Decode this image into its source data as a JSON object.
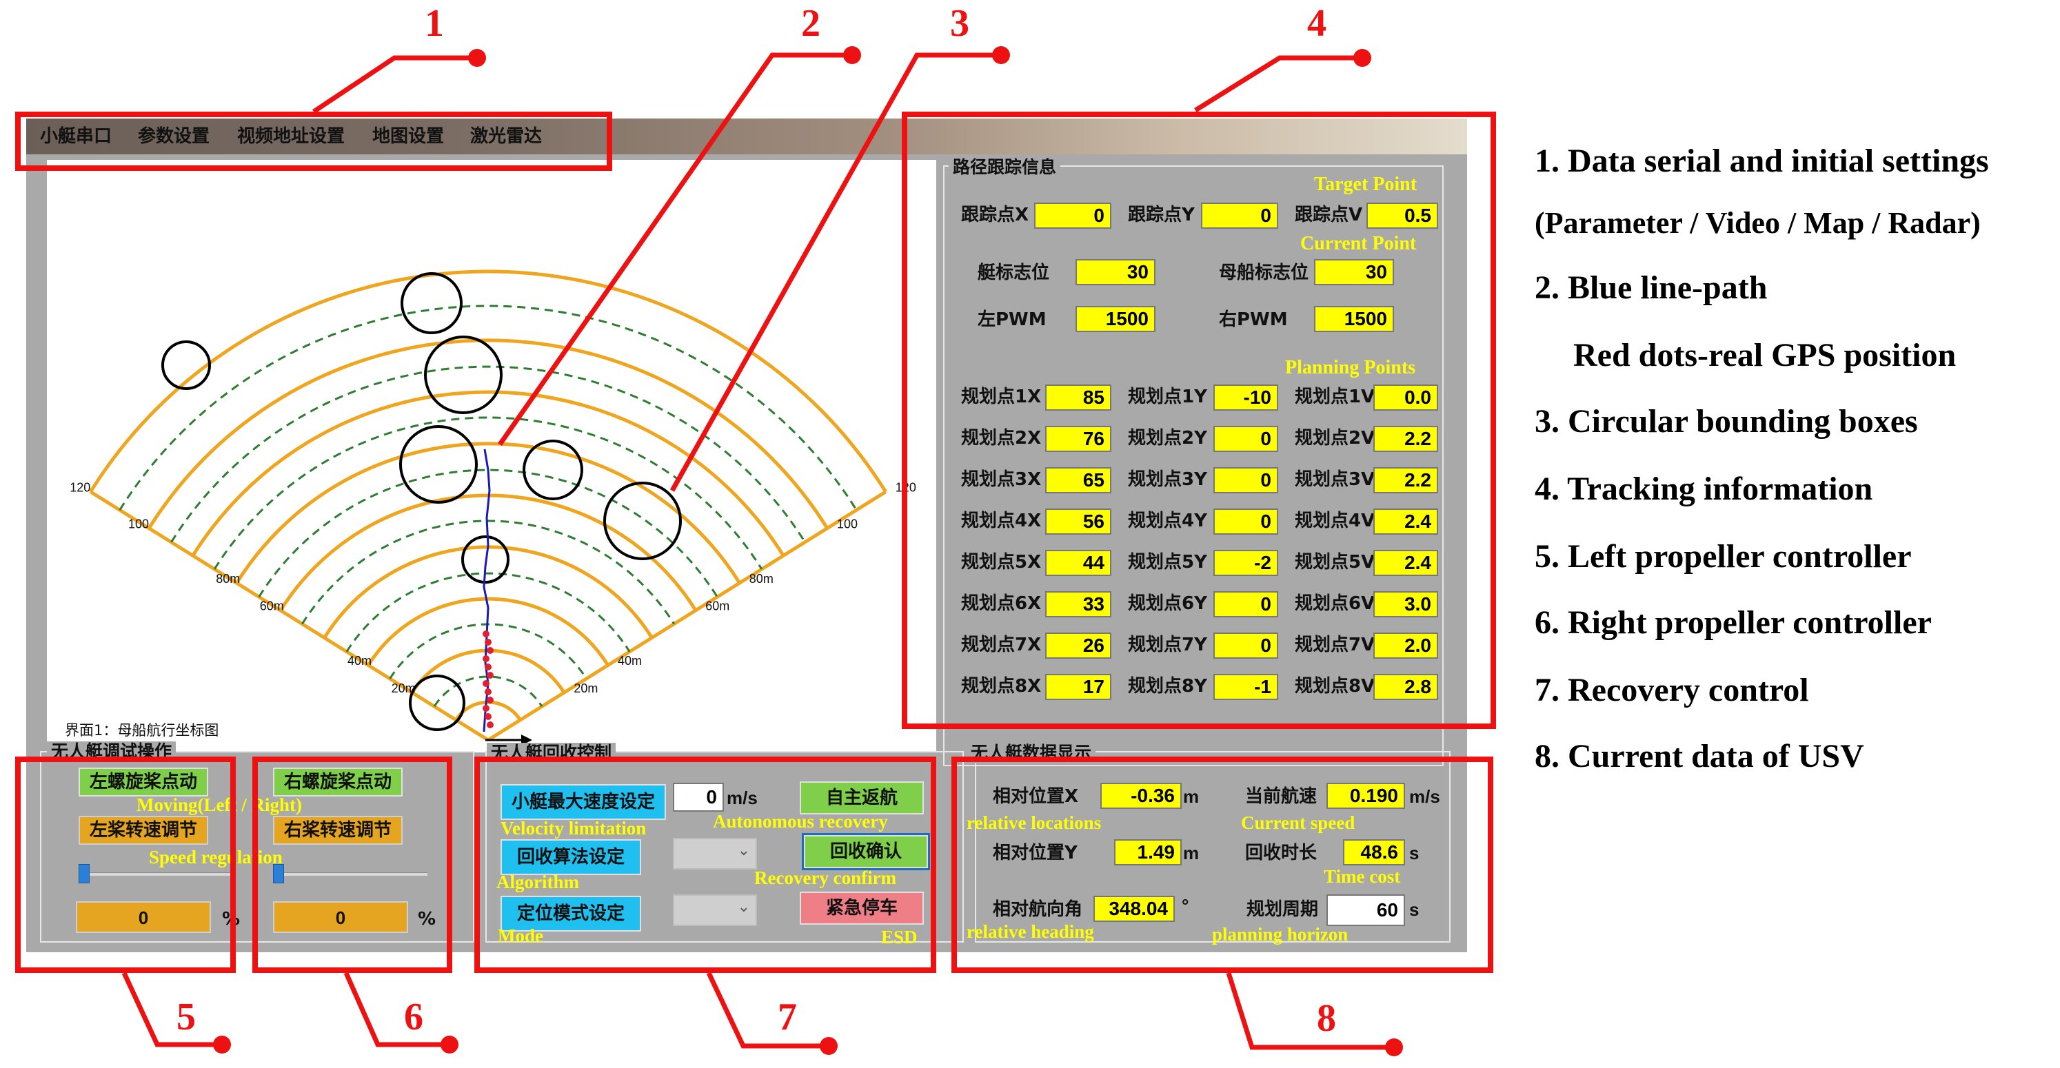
{
  "menu": [
    "小艇串口",
    "参数设置",
    "视频地址设置",
    "地图设置",
    "激光雷达"
  ],
  "plot": {
    "caption": "界面1：母船航行坐标图",
    "range_labels_left": [
      "120",
      "100",
      "80m",
      "60m",
      "40m",
      "20m"
    ],
    "range_labels_right": [
      "120",
      "100",
      "80m",
      "60m",
      "40m",
      "20m"
    ]
  },
  "tracking": {
    "title": "路径跟踪信息",
    "target_point_en": "Target Point",
    "current_point_en": "Current Point",
    "planning_points_en": "Planning Points",
    "target": [
      {
        "label": "跟踪点X",
        "value": "0"
      },
      {
        "label": "跟踪点Y",
        "value": "0"
      },
      {
        "label": "跟踪点V",
        "value": "0.5"
      }
    ],
    "current": [
      {
        "label": "艇标志位",
        "value": "30"
      },
      {
        "label": "母船标志位",
        "value": "30"
      },
      {
        "label": "左PWM",
        "value": "1500"
      },
      {
        "label": "右PWM",
        "value": "1500"
      }
    ],
    "planning": [
      {
        "x_label": "规划点1X",
        "x": "85",
        "y_label": "规划点1Y",
        "y": "-10",
        "v_label": "规划点1V",
        "v": "0.0"
      },
      {
        "x_label": "规划点2X",
        "x": "76",
        "y_label": "规划点2Y",
        "y": "0",
        "v_label": "规划点2V",
        "v": "2.2"
      },
      {
        "x_label": "规划点3X",
        "x": "65",
        "y_label": "规划点3Y",
        "y": "0",
        "v_label": "规划点3V",
        "v": "2.2"
      },
      {
        "x_label": "规划点4X",
        "x": "56",
        "y_label": "规划点4Y",
        "y": "0",
        "v_label": "规划点4V",
        "v": "2.4"
      },
      {
        "x_label": "规划点5X",
        "x": "44",
        "y_label": "规划点5Y",
        "y": "-2",
        "v_label": "规划点5V",
        "v": "2.4"
      },
      {
        "x_label": "规划点6X",
        "x": "33",
        "y_label": "规划点6Y",
        "y": "0",
        "v_label": "规划点6V",
        "v": "3.0"
      },
      {
        "x_label": "规划点7X",
        "x": "26",
        "y_label": "规划点7Y",
        "y": "0",
        "v_label": "规划点7V",
        "v": "2.0"
      },
      {
        "x_label": "规划点8X",
        "x": "17",
        "y_label": "规划点8Y",
        "y": "-1",
        "v_label": "规划点8V",
        "v": "2.8"
      }
    ]
  },
  "debug": {
    "title": "无人艇调试操作",
    "left_start": "左螺旋桨点动",
    "right_start": "右螺旋桨点动",
    "moving_en": "Moving(Left / Right)",
    "left_speed": "左桨转速调节",
    "right_speed": "右桨转速调节",
    "speed_en": "Speed regulation",
    "left_value": "0",
    "right_value": "0",
    "percent": "%"
  },
  "recovery": {
    "title": "无人艇回收控制",
    "max_speed_btn": "小艇最大速度设定",
    "speed_value": "0",
    "speed_unit": "m/s",
    "auto_return": "自主返航",
    "velocity_en": "Velocity limitation",
    "autonomous_en": "Autonomous recovery",
    "algorithm_btn": "回收算法设定",
    "confirm_btn": "回收确认",
    "algorithm_en": "Algorithm",
    "confirm_en": "Recovery confirm",
    "mode_btn": "定位模式设定",
    "esd_btn": "紧急停车",
    "mode_en": "Mode",
    "esd_en": "ESD"
  },
  "usv_data": {
    "title": "无人艇数据显示",
    "rel_x_label": "相对位置X",
    "rel_x": "-0.36",
    "rel_x_unit": "m",
    "speed_label": "当前航速",
    "speed": "0.190",
    "speed_unit": "m/s",
    "rel_loc_en": "relative locations",
    "speed_en": "Current speed",
    "rel_y_label": "相对位置Y",
    "rel_y": "1.49",
    "rel_y_unit": "m",
    "time_label": "回收时长",
    "time": "48.6",
    "time_unit": "s",
    "time_en": "Time cost",
    "heading_label": "相对航向角",
    "heading": "348.04",
    "heading_unit": "°",
    "period_label": "规划周期",
    "period": "60",
    "period_unit": "s",
    "heading_en": "relative heading",
    "horizon_en": "planning horizon"
  },
  "callouts": [
    "1",
    "2",
    "3",
    "4",
    "5",
    "6",
    "7",
    "8"
  ],
  "legend": [
    "1. Data serial and initial settings",
    "(Parameter / Video / Map / Radar)",
    "2. Blue line-path",
    "Red dots-real GPS position",
    "3. Circular bounding boxes",
    "4. Tracking information",
    "5. Left propeller controller",
    "6. Right propeller controller",
    "7. Recovery control",
    "8. Current data of USV"
  ],
  "colors": {
    "highlight": "#ffff00",
    "annotation": "#ee1111",
    "panel": "#a9a9a9",
    "range_ring": "#f0a51e",
    "path": "#1a1ab8"
  }
}
